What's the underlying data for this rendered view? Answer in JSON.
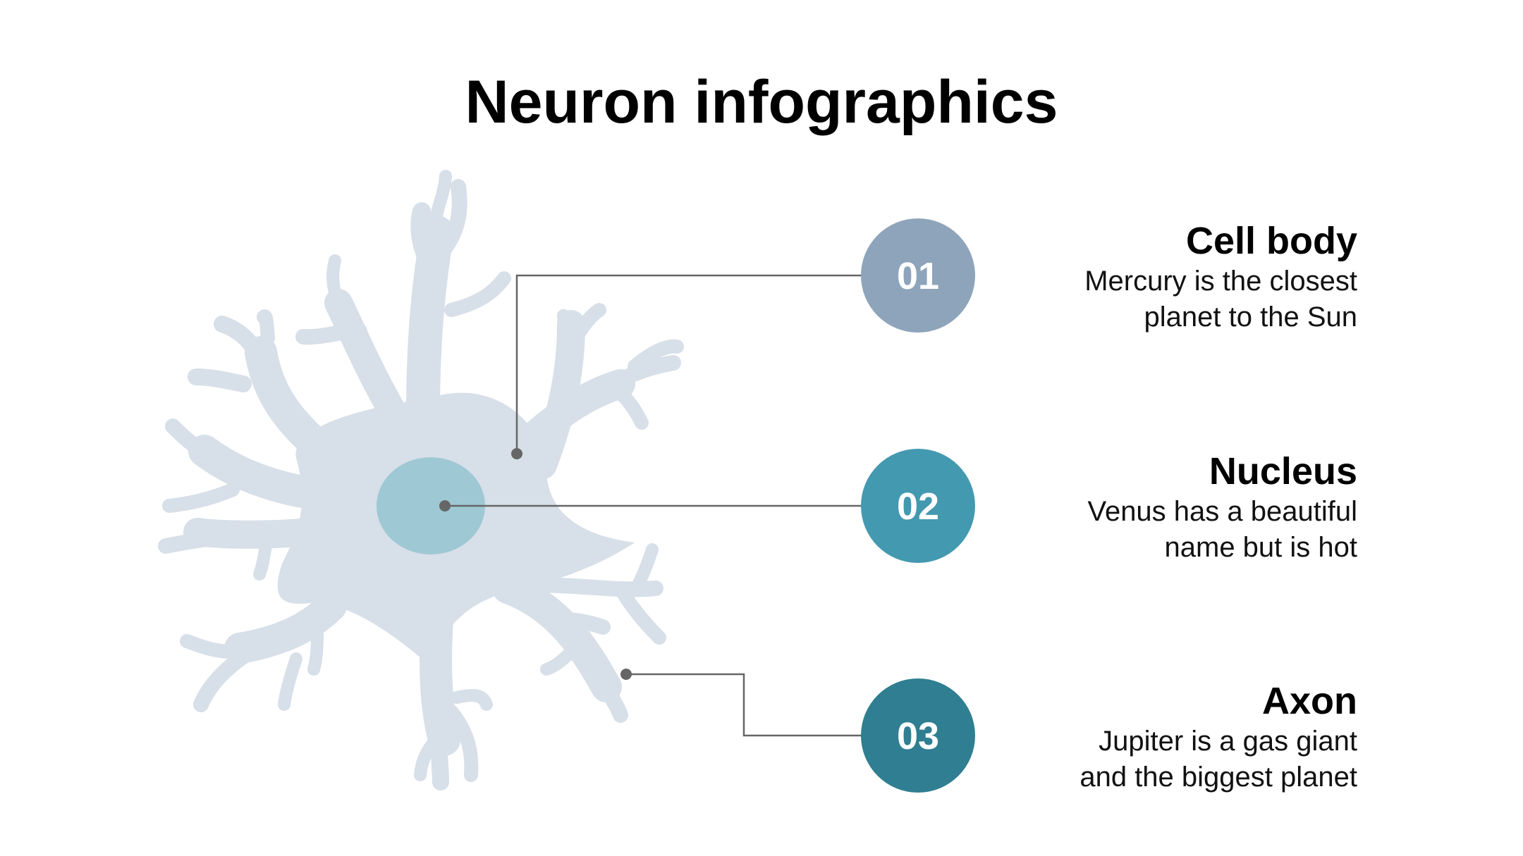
{
  "title": "Neuron infographics",
  "colors": {
    "neuron_body": "#d7dfe8",
    "nucleus": "#9ec8d4",
    "connector": "#666666",
    "badge_01": "#8ea4bb",
    "badge_02": "#4399b0",
    "badge_03": "#2f7e91"
  },
  "items": [
    {
      "number": "01",
      "title": "Cell body",
      "description_line1": "Mercury is the closest",
      "description_line2": "planet to the Sun"
    },
    {
      "number": "02",
      "title": "Nucleus",
      "description_line1": "Venus has a beautiful",
      "description_line2": "name but is hot"
    },
    {
      "number": "03",
      "title": "Axon",
      "description_line1": "Jupiter is a gas giant",
      "description_line2": "and the biggest planet"
    }
  ]
}
